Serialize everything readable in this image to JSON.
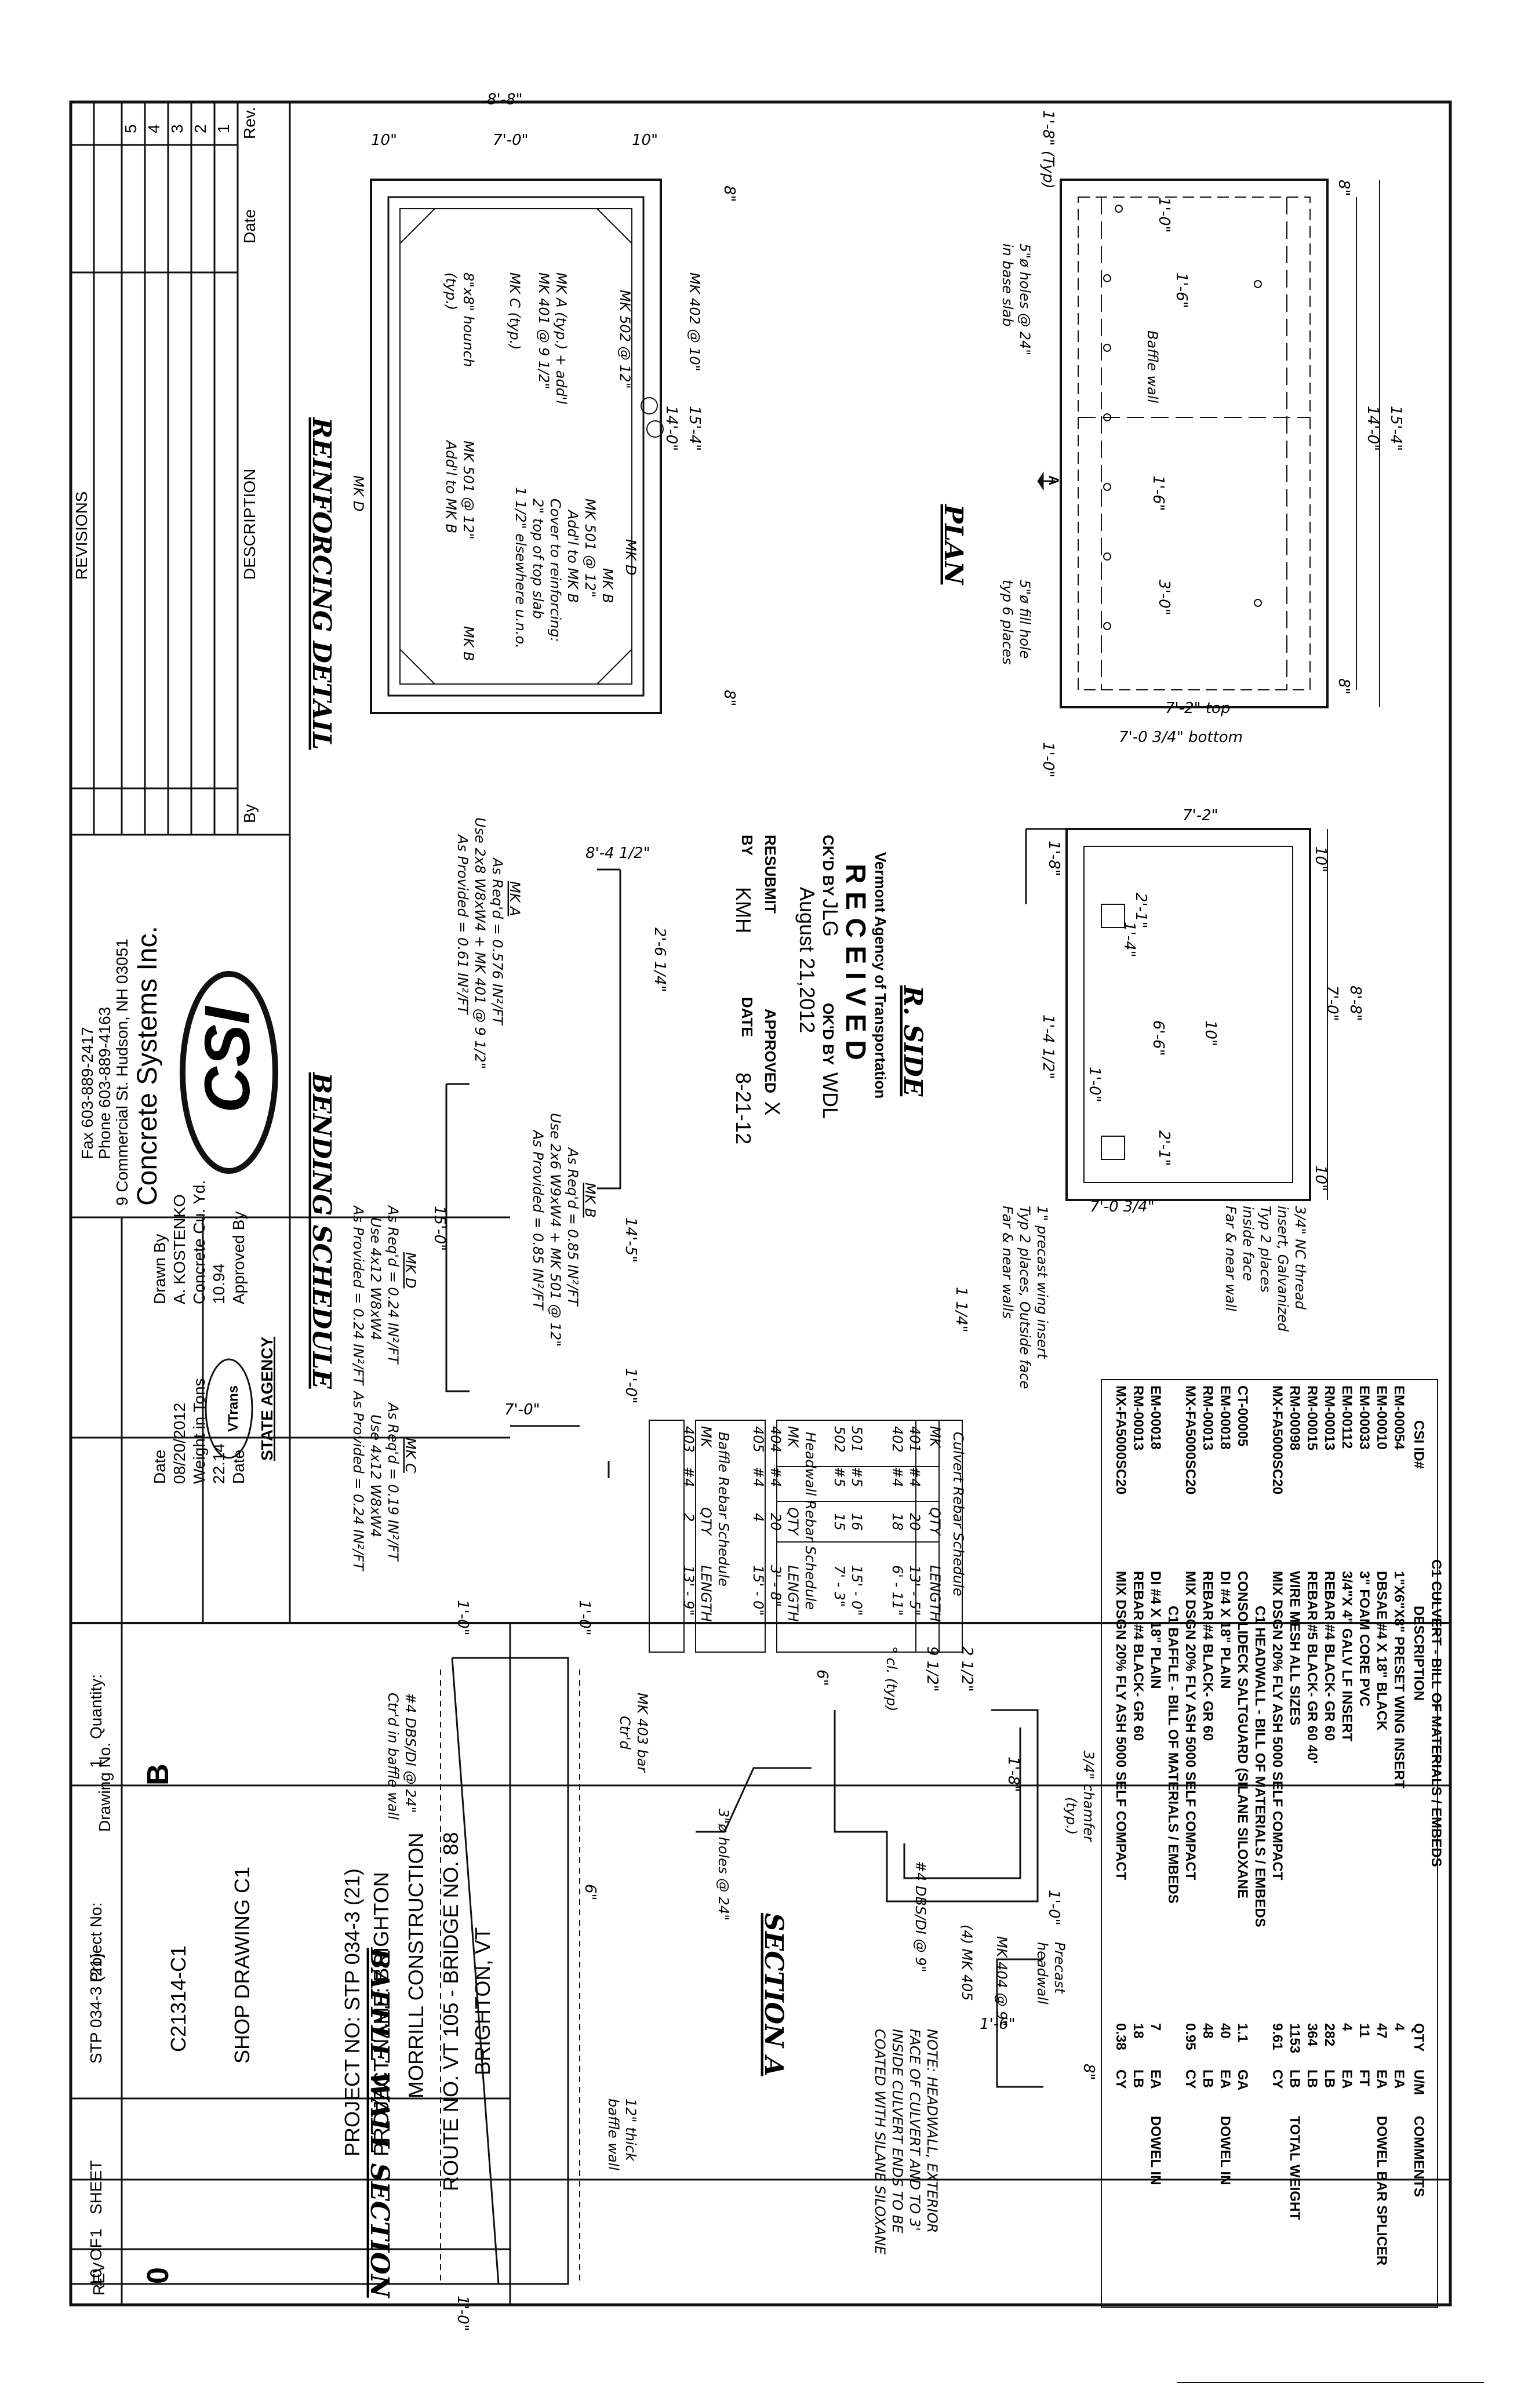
{
  "title_block": {
    "project_no": "PROJECT NO:  STP 034-3 (21)",
    "project_name": "PROJECT NAME:  BRIGHTON",
    "contractor": "MORRILL CONSTRUCTION",
    "route": "ROUTE NO. VT 105 - BRIDGE NO. 88",
    "town": "BRIGHTON, VT",
    "sheet_title": "SHOP DRAWING C1",
    "drawing_no": "C21314-C1",
    "size_letter": "B",
    "drawing_no_label": "Drawing No.",
    "rev_label": "REV",
    "rev_value": "0",
    "quantity_label": "Quantity:",
    "quantity_value": "1",
    "project_no_label": "Project No:",
    "project_no_value": "STP 034-3 (21)",
    "sheet_label": "SHEET",
    "sheet_no": "1",
    "of_label": "OF",
    "sheet_total": "10",
    "drawn_by_label": "Drawn By",
    "drawn_by": "A. KOSTENKO",
    "concrete_label": "Concrete Cu. Yd.",
    "concrete_value": "10.94",
    "approved_label": "Approved By",
    "date_label": "Date",
    "date_value": "08/20/2012",
    "weight_label": "Weight in Tons",
    "weight_value": "22.14",
    "date2_label": "Date",
    "state_agency": "STATE AGENCY",
    "agency_logo": "VTrans"
  },
  "company": {
    "name": "Concrete Systems Inc.",
    "address": "9 Commercial St. Hudson, NH 03051",
    "phone": "Phone 603-889-4163",
    "fax": "Fax 603-889-2417",
    "logo_text": "CSI"
  },
  "revisions": {
    "title": "REVISIONS",
    "headers": [
      "Rev.",
      "Date",
      "DESCRIPTION",
      "By"
    ],
    "rows": [
      "1",
      "2",
      "3",
      "4",
      "5"
    ]
  },
  "stamp": {
    "agency": "Vermont Agency of Transportation",
    "status": "R E C E I V E D",
    "ckd_by_label": "CK'D BY",
    "ckd_by": "JLG",
    "okd_by_label": "OK'D BY",
    "okd_by": "WDL",
    "date": "August 21,2012",
    "resubmit_label": "RESUBMIT",
    "approved_label": "APPROVED",
    "approved_mark": "X",
    "by_label": "BY",
    "by_value": "KMH",
    "date_label": "DATE",
    "date_value": "8-21-12"
  },
  "views": {
    "plan": "PLAN",
    "r_side": "R. SIDE",
    "reinforcing": "REINFORCING DETAIL",
    "bending": "BENDING SCHEDULE",
    "section_a": "SECTION A",
    "baffle": "BAFFLE WALL SECTION"
  },
  "plan_notes": {
    "d_15_4": "15'-4\"",
    "d_14_0": "14'-0\"",
    "d_8": "8\"",
    "d_8b": "8\"",
    "d_1_8_typ": "1'-8\"\n(Typ)",
    "d_1_0": "1'-0\"",
    "d_1_6": "1'-6\"",
    "d_1_6b": "1'-6\"",
    "d_3_0": "3'-0\"",
    "top": "7'-2\" top",
    "bottom": "7'-0 3/4\" bottom",
    "baffle": "Baffle wall",
    "holes": "5\"ø holes @ 24\"",
    "holes2": "in base slab",
    "fill": "5\"ø fill hole",
    "fill2": "typ 6 places",
    "d_1_0b": "1'-0\"",
    "a": "A"
  },
  "rside_notes": {
    "d_8_8": "8'-8\"",
    "d_7_0": "7'-0\"",
    "d_10": "10\"",
    "d_10b": "10\"",
    "d_10c": "10\"",
    "d_7_2": "7'-2\"",
    "d_6_6": "6'-6\"",
    "d_1_4": "1'-4\"",
    "d_1_4_12": "1'-4 1/2\"",
    "d_1_0": "1'-0\"",
    "d_2_1": "2'-1\"",
    "d_2_1b": "2'-1\"",
    "d_7_0_34": "7'-0 3/4\"",
    "d_1_8": "1'-8\"",
    "d_1_14": "1 1/4\"",
    "thread1": "3/4\" NC thread",
    "thread2": "insert, Galvanized",
    "thread3": "Typ 2 places",
    "thread4": "inside face",
    "thread5": "Far & near wall",
    "insert1": "1\" precast wing insert",
    "insert2": "Typ 2 places, Outside face",
    "insert3": "Far & near walls"
  },
  "reinf_notes": {
    "d_8_8": "8'-8\"",
    "d_10": "10\"",
    "d_7_0": "7'-0\"",
    "d_10b": "10\"",
    "d_15_4": "15'-4\"",
    "d_14_0": "14'-0\"",
    "d_8": "8\"",
    "d_8b": "8\"",
    "mk402": "MK 402 @ 10\"",
    "mk502": "MK 502 @ 12\"",
    "mkd": "MK D",
    "mkd2": "MK D",
    "mkb": "MK B",
    "mkb2": "MK B",
    "mka": "MK A (typ.) + add'l",
    "mk401": "MK 401 @ 9 1/2\"",
    "mkc": "MK C (typ.)",
    "haunch": "8\"x8\" hounch",
    "haunch2": "(typ.)",
    "mk501": "MK 501 @ 12\"",
    "add1": "Add'l to MK B",
    "mk501b": "MK 501 @ 12\"",
    "add2": "Add'l to MK B",
    "cover1": "Cover to reinforcing:",
    "cover2": "2\" top of top slab",
    "cover3": "1 1/2\" elsewhere u.n.o."
  },
  "bending_notes": {
    "mka_title": "MK A",
    "mka_dim": "8'-4 1/2\"",
    "mka_dim2": "2'-6 1/4\"",
    "mka_req": "As Req'd = 0.576 IN²/FT",
    "mka_use": "Use 2x8 W8xW4 + MK 401 @ 9 1/2\"",
    "mka_prov": "As Provided = 0.61 IN²/FT",
    "mkb_title": "MK B",
    "mkb_dim": "14'-5\"",
    "mkb_req": "As Req'd = 0.85 IN²/FT",
    "mkb_use": "Use 2x6 W9xW4 + MK 501 @ 12\"",
    "mkb_prov": "As Provided = 0.85 IN²/FT",
    "mkd_title": "MK D",
    "mkd_dim": "15'-0\"",
    "mkd_req": "As Req'd = 0.24 IN²/FT",
    "mkd_use": "Use 4x12 W8xW4",
    "mkd_prov": "As Provided = 0.24 IN²/FT",
    "mkc_title": "MK C",
    "mkc_dim": "7'-0\"",
    "mkc_dim2": "1'-0\"",
    "mkc_req": "As Req'd = 0.19 IN²/FT",
    "mkc_use": "Use 4x12 W8xW4",
    "mkc_prov": "As Provided = 0.24 IN²/FT"
  },
  "section_a_notes": {
    "chamfer": "3/4\" chamfer",
    "chamfer2": "(typ.)",
    "d_1_0": "1'-0\"",
    "d_1_8": "1'-8\"",
    "precast": "Precast",
    "precast2": "headwall",
    "mk404": "MK 404 @ 9\"",
    "mk405": "(4) MK 405",
    "dbs": "#4 DBS/DI @ 9\"",
    "d_2_12": "2 1/2\"",
    "d_9_12": "9 1/2\"",
    "cl": "° cl. (typ)",
    "d_6": "6\"",
    "holes": "3\"ø holes @ 24\"",
    "d_8": "8\"",
    "d_1_6": "1'-6\"",
    "note1": "NOTE: HEADWALL, EXTERIOR",
    "note2": "FACE OF CULVERT AND TO 3'",
    "note3": "INSIDE CULVERT ENDS TO BE",
    "note4": "COATED WITH SILANE SILOXANE"
  },
  "baffle_notes": {
    "d_1_0a": "1'-0\"",
    "d_1_0b": "1'-0\"",
    "d_1_0c": "1'-0\"",
    "mk403": "MK 403 bar",
    "mk403b": "Ctr'd",
    "d_6": "6\"",
    "dbs": "#4 DBS/DI @ 24\"",
    "dbs2": "Ctr'd in baffle wall",
    "thick": "12\" thick",
    "thick2": "baffle wall"
  },
  "bom": {
    "title": "C1 CULVERT - BILL OF MATERIALS / EMBEDS",
    "headers": [
      "CSI ID#",
      "DESCRIPTION",
      "QTY",
      "U/M",
      "COMMENTS"
    ],
    "rows": [
      [
        "EM-00054",
        "1\"X6\"X8\" PRESET WING INSERT",
        "4",
        "EA",
        ""
      ],
      [
        "EM-00010",
        "DBSAE #4 X 18\" BLACK",
        "47",
        "EA",
        "DOWEL BAR SPLICER"
      ],
      [
        "EM-00033",
        "3\" FOAM CORE PVC",
        "11",
        "FT",
        ""
      ],
      [
        "EM-00112",
        "3/4\"X 4\" GALV LF INSERT",
        "4",
        "EA",
        ""
      ],
      [
        "RM-00013",
        "REBAR #4 BLACK- GR 60",
        "282",
        "LB",
        ""
      ],
      [
        "RM-00015",
        "REBAR #5 BLACK- GR 60 40'",
        "364",
        "LB",
        ""
      ],
      [
        "RM-00098",
        "WIRE MESH ALL SIZES",
        "1153",
        "LB",
        "TOTAL WEIGHT"
      ],
      [
        "MX-FA5000SC20",
        "MIX DSGN 20% FLY ASH 5000 SELF COMPACT",
        "9.61",
        "CY",
        ""
      ],
      [
        "",
        "C1 HEADWALL - BILL OF MATERIALS / EMBEDS",
        "",
        "",
        ""
      ],
      [
        "CT-00005",
        "CONSOLIDECK SALTGUARD (SILANE SILOXANE",
        "1.1",
        "GA",
        ""
      ],
      [
        "EM-00018",
        "DI #4 X 18\" PLAIN",
        "40",
        "EA",
        "DOWEL IN"
      ],
      [
        "RM-00013",
        "REBAR #4 BLACK- GR 60",
        "48",
        "LB",
        ""
      ],
      [
        "MX-FA5000SC20",
        "MIX DSGN 20% FLY ASH 5000 SELF COMPACT",
        "0.95",
        "CY",
        ""
      ],
      [
        "",
        "C1 BAFFLE - BILL OF MATERIALS / EMBEDS",
        "",
        "",
        ""
      ],
      [
        "EM-00018",
        "DI #4 X 18\" PLAIN",
        "7",
        "EA",
        "DOWEL IN"
      ],
      [
        "RM-00013",
        "REBAR #4 BLACK- GR 60",
        "18",
        "LB",
        ""
      ],
      [
        "MX-FA5000SC20",
        "MIX DSGN 20% FLY ASH 5000 SELF COMPACT",
        "0.38",
        "CY",
        ""
      ]
    ]
  },
  "culvert_rebar": {
    "title": "Culvert Rebar Schedule",
    "headers": [
      "MK",
      "QTY",
      "LENGTH"
    ],
    "rows": [
      [
        "401",
        "#4",
        "20",
        "13' - 5\""
      ],
      [
        "402",
        "#4",
        "18",
        "6' - 11\""
      ],
      [
        "",
        "",
        "",
        ""
      ],
      [
        "501",
        "#5",
        "16",
        "15' - 0\""
      ],
      [
        "502",
        "#5",
        "15",
        "7' - 3\""
      ]
    ]
  },
  "headwall_rebar": {
    "title": "Headwall Rebar Schedule",
    "headers": [
      "MK",
      "QTY",
      "LENGTH"
    ],
    "rows": [
      [
        "404",
        "#4",
        "20",
        "3' - 8\""
      ],
      [
        "405",
        "#4",
        "4",
        "15' - 0\""
      ]
    ]
  },
  "baffle_rebar": {
    "title": "Baffle Rebar Schedule",
    "headers": [
      "MK",
      "QTY",
      "LENGTH"
    ],
    "rows": [
      [
        "403",
        "#4",
        "2",
        "13' - 9\""
      ]
    ]
  }
}
